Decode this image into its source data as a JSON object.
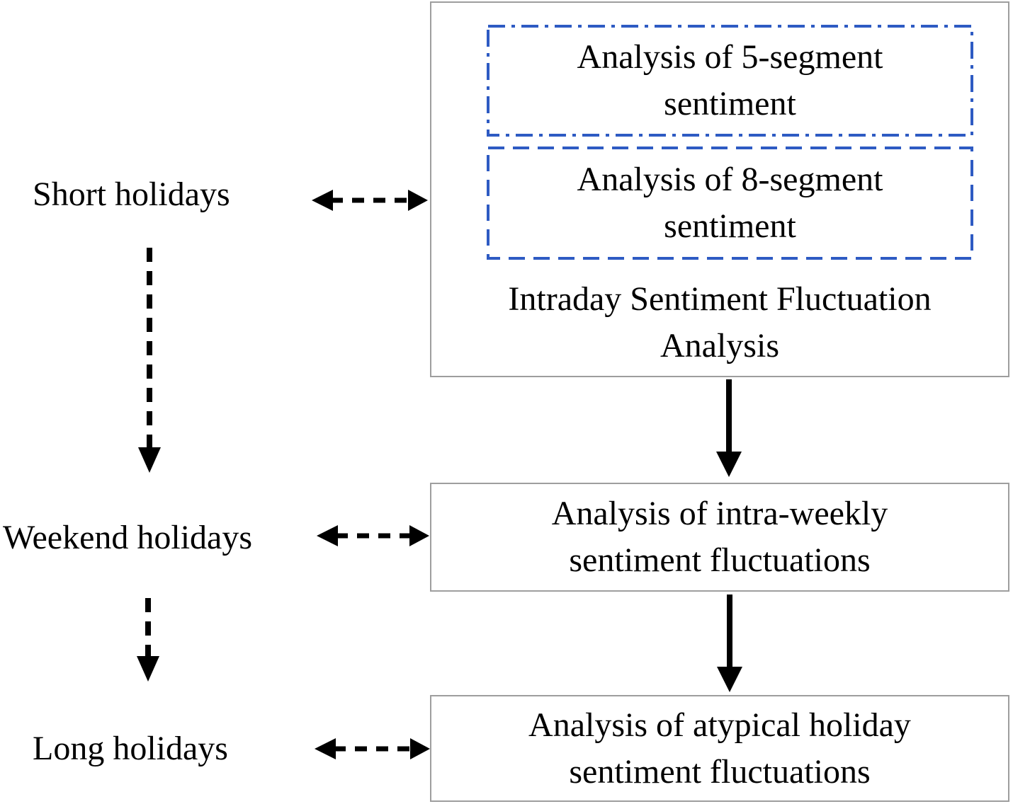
{
  "diagram": {
    "left_labels": [
      {
        "label": "Short holidays"
      },
      {
        "label": "Weekend holidays"
      },
      {
        "label": "Long holidays"
      }
    ],
    "intraday_box": {
      "five_segment": {
        "line1": "Analysis of 5-segment",
        "line2": "sentiment"
      },
      "eight_segment": {
        "line1": "Analysis of 8-segment",
        "line2": "sentiment"
      },
      "title_line1": "Intraday Sentiment Fluctuation",
      "title_line2": "Analysis"
    },
    "weekly_box": {
      "line1": "Analysis of intra-weekly",
      "line2": "sentiment fluctuations"
    },
    "atypical_box": {
      "line1": "Analysis of atypical holiday",
      "line2": "sentiment fluctuations"
    },
    "colors": {
      "accent_blue": "#2e5bc3",
      "box_border_gray": "#9e9e9e",
      "arrow_black": "#000000"
    }
  }
}
